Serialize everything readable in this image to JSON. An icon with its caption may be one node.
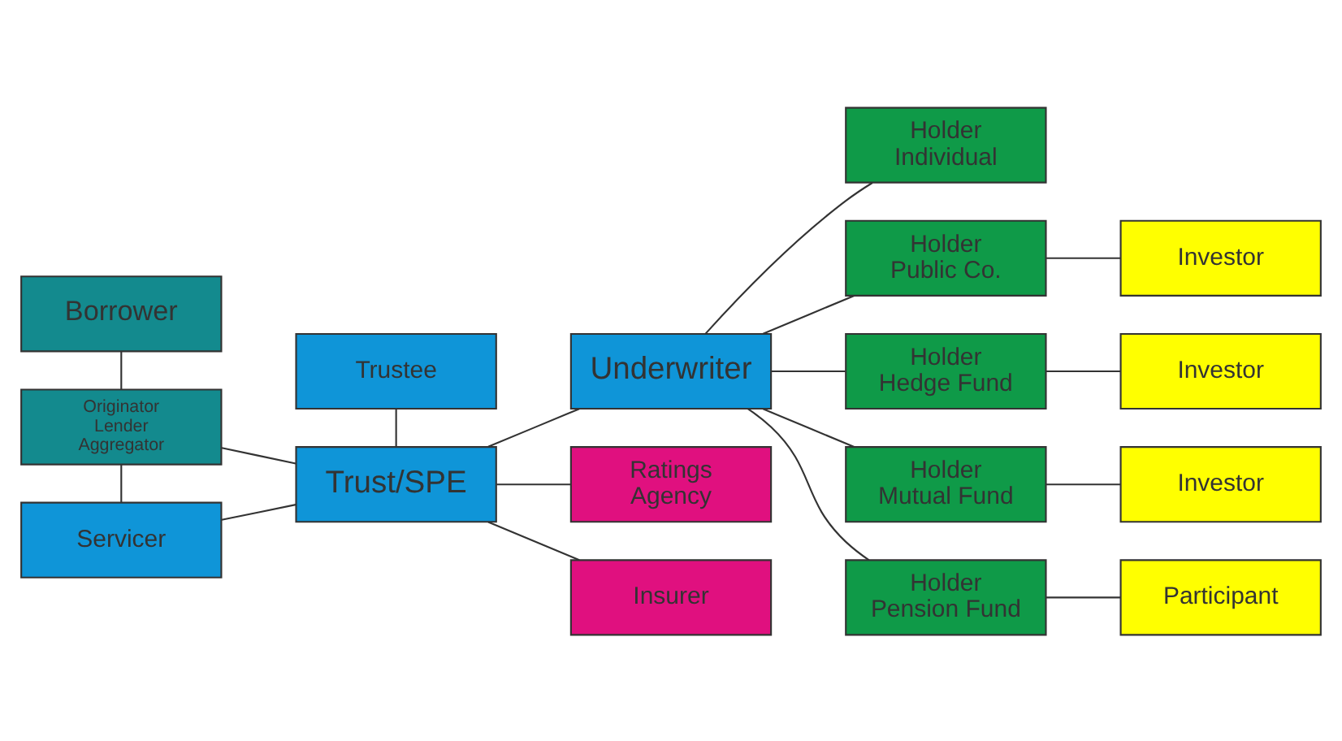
{
  "diagram": {
    "nodes": [
      {
        "text": [
          "Borrower"
        ]
      },
      {
        "text": [
          "Trustee"
        ]
      },
      {
        "text": [
          "Originator",
          "Lender",
          "Aggregator"
        ]
      },
      {
        "text": [
          "Trust/SPE"
        ]
      },
      {
        "text": [
          "Underwriter"
        ]
      },
      {
        "text": [
          "Servicer"
        ]
      },
      {
        "text": [
          "Ratings Agency"
        ]
      },
      {
        "text": [
          "Insurer"
        ]
      },
      {
        "text": [
          "Holder",
          "Individual"
        ]
      },
      {
        "text": [
          "Holder",
          "Public Co."
        ]
      },
      {
        "text": [
          "Holder",
          "Hedge Fund"
        ]
      },
      {
        "text": [
          "Holder",
          "Mutual Fund"
        ]
      },
      {
        "text": [
          "Holder",
          "Pension Fund"
        ]
      },
      {
        "text": [
          "Investor"
        ]
      },
      {
        "text": [
          "Investor"
        ]
      },
      {
        "text": [
          "Investor"
        ]
      },
      {
        "text": [
          "Participant"
        ]
      }
    ],
    "edges": [
      {
        "from": 0,
        "to": 2,
        "arrow": "none"
      },
      {
        "from": 1,
        "to": 3,
        "arrow": "none"
      },
      {
        "from": 2,
        "to": 3,
        "arrow": "none"
      },
      {
        "from": 2,
        "to": 5,
        "arrow": "none"
      },
      {
        "from": 3,
        "to": 5,
        "arrow": "none"
      },
      {
        "from": 3,
        "to": 4,
        "arrow": "none"
      },
      {
        "from": 3,
        "to": 6,
        "arrow": "none"
      },
      {
        "from": 3,
        "to": 7,
        "arrow": "none"
      },
      {
        "from": 4,
        "to": 8,
        "arrow": "none"
      },
      {
        "from": 4,
        "to": 9,
        "arrow": "none"
      },
      {
        "from": 4,
        "to": 10,
        "arrow": "none"
      },
      {
        "from": 4,
        "to": 11,
        "arrow": "none"
      },
      {
        "from": 4,
        "to": 12,
        "arrow": "none"
      },
      {
        "from": 9,
        "to": 13,
        "arrow": "none"
      },
      {
        "from": 10,
        "to": 14,
        "arrow": "none"
      },
      {
        "from": 11,
        "to": 15,
        "arrow": "none"
      },
      {
        "from": 12,
        "to": 16,
        "arrow": "none"
      }
    ]
  }
}
